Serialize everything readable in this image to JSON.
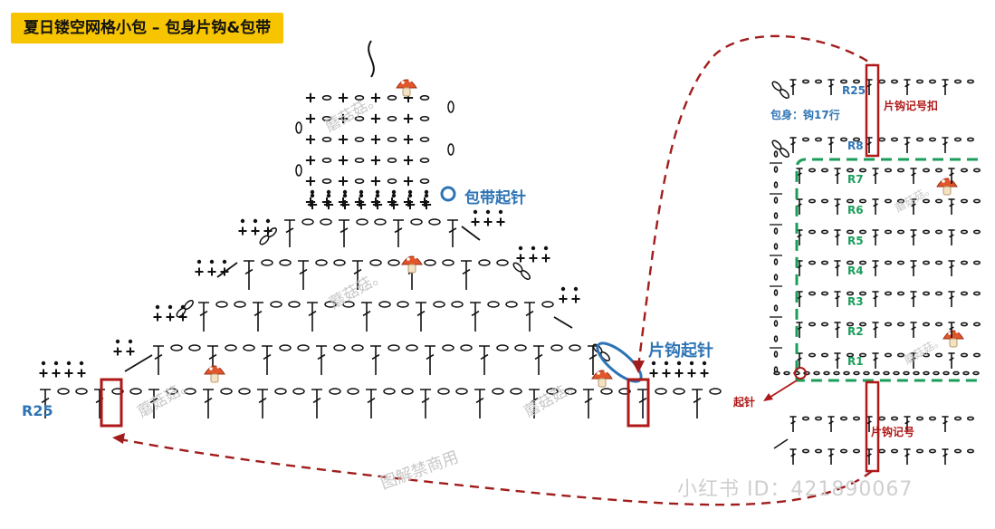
{
  "title": "夏日镂空网格小包 – 包身片钩&包带",
  "labels": {
    "strap_start": "包带起针",
    "body_start": "片钩起针",
    "r25_left": "R25",
    "r25_right": "R25",
    "body_rows": "包身：钩17行",
    "marker": "片钩记号扣",
    "marker_bottom": "片钩记号",
    "start_stitch": "起针"
  },
  "right_rows": [
    {
      "label": "R8",
      "color": "blue"
    },
    {
      "label": "R7",
      "color": "green"
    },
    {
      "label": "R6",
      "color": "green"
    },
    {
      "label": "R5",
      "color": "green"
    },
    {
      "label": "R4",
      "color": "green"
    },
    {
      "label": "R3",
      "color": "green"
    },
    {
      "label": "R2",
      "color": "green"
    },
    {
      "label": "R1",
      "color": "green"
    }
  ],
  "watermarks": {
    "author": "蘑菇菇。",
    "notice": "图解禁商用",
    "xhs": "小红书 ID：421890067"
  },
  "colors": {
    "title_bg": "#f7c400",
    "blue_label": "#2e74b5",
    "red_marker": "#b01818",
    "green_dash": "#1a9e5a"
  }
}
